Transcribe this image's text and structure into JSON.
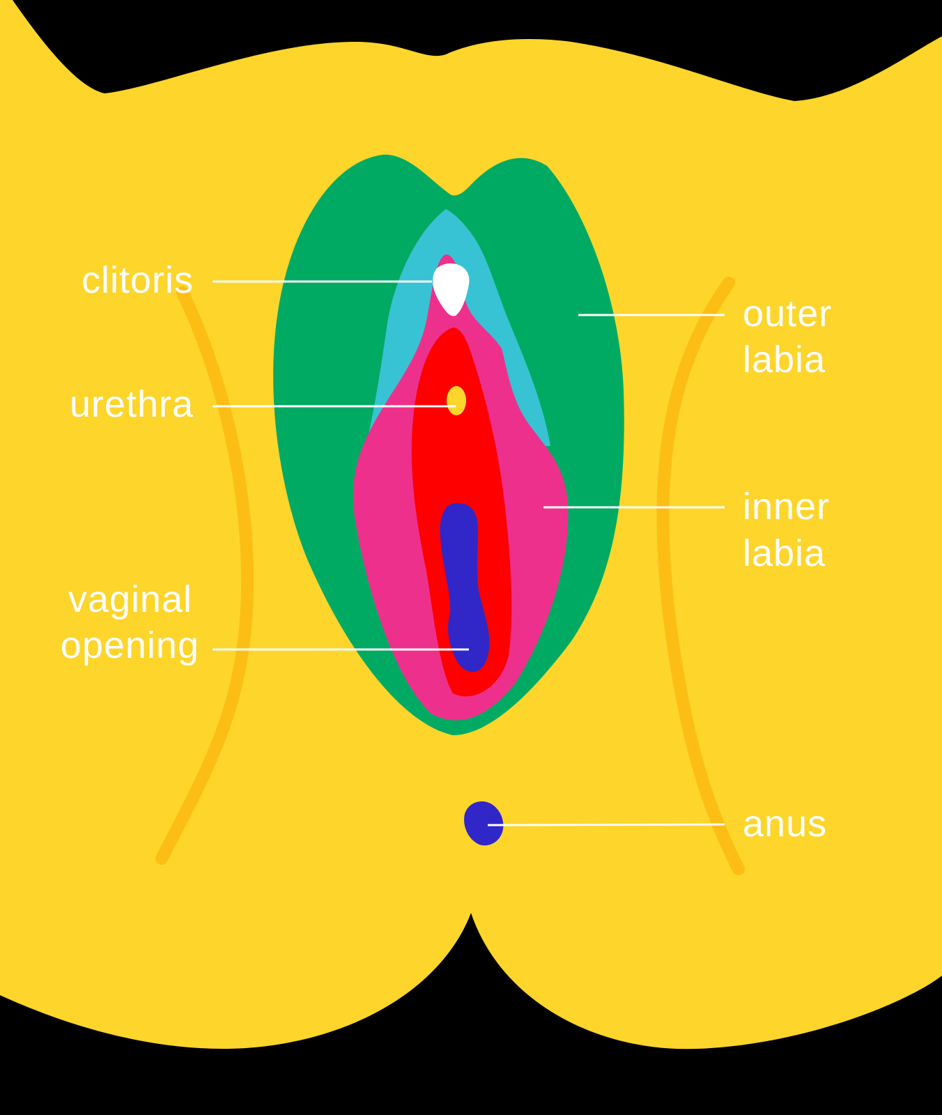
{
  "labels": {
    "clitoris": "clitoris",
    "urethra": "urethra",
    "vaginal_opening_line1": "vaginal",
    "vaginal_opening_line2": "opening",
    "outer_labia_line1": "outer",
    "outer_labia_line2": "labia",
    "inner_labia_line1": "inner",
    "inner_labia_line2": "labia",
    "anus": "anus"
  },
  "colors": {
    "background": "#000000",
    "skin": "#FDD52B",
    "skin_crease": "#FCBE15",
    "outer_labia": "#00AA63",
    "clitoral_hood": "#37C3D3",
    "inner_labia": "#EE308D",
    "vestibule": "#FF0000",
    "vaginal_opening": "#3126C8",
    "clitoris": "#FFFFFF",
    "urethra": "#FDD52B",
    "anus": "#3126C8",
    "label_text": "#FFFFFF",
    "leader_line": "#FFFFFF"
  }
}
